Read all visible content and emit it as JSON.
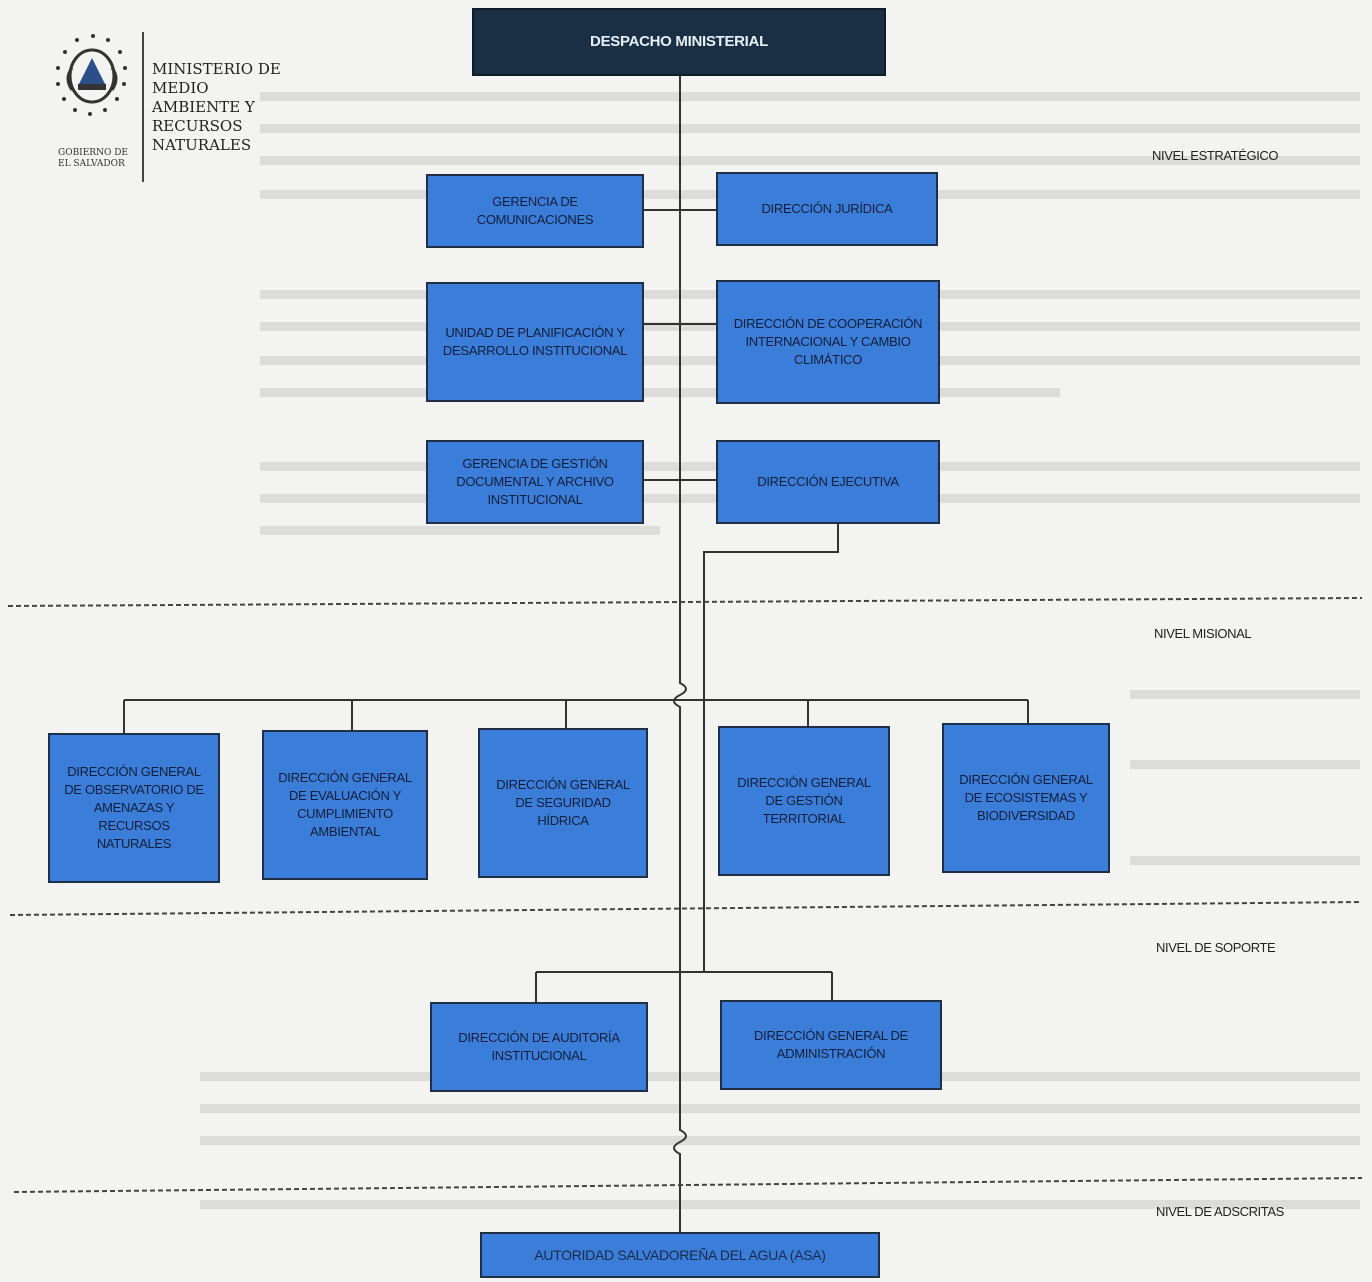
{
  "header": {
    "ministry_name": "MINISTERIO DE MEDIO AMBIENTE Y RECURSOS NATURALES",
    "government": "GOBIERNO DE EL SALVADOR"
  },
  "top": {
    "label": "DESPACHO MINISTERIAL"
  },
  "levels": {
    "strategic": "NIVEL ESTRATÉGICO",
    "missional": "NIVEL MISIONAL",
    "support": "NIVEL DE SOPORTE",
    "attached": "NIVEL DE ADSCRITAS"
  },
  "strategic_left": [
    "GERENCIA DE COMUNICACIONES",
    "UNIDAD DE PLANIFICACIÓN Y DESARROLLO INSTITUCIONAL",
    "GERENCIA DE GESTIÓN DOCUMENTAL Y ARCHIVO INSTITUCIONAL"
  ],
  "strategic_right": [
    "DIRECCIÓN JURÍDICA",
    "DIRECCIÓN DE COOPERACIÓN INTERNACIONAL Y CAMBIO CLIMÁTICO",
    "DIRECCIÓN EJECUTIVA"
  ],
  "missional": [
    "DIRECCIÓN GENERAL DE OBSERVATORIO DE AMENAZAS Y RECURSOS NATURALES",
    "DIRECCIÓN GENERAL DE EVALUACIÓN Y CUMPLIMIENTO AMBIENTAL",
    "DIRECCIÓN GENERAL DE SEGURIDAD HÍDRICA",
    "DIRECCIÓN GENERAL DE GESTIÓN TERRITORIAL",
    "DIRECCIÓN GENERAL DE ECOSISTEMAS Y BIODIVERSIDAD"
  ],
  "support": [
    "DIRECCIÓN DE AUDITORÍA INSTITUCIONAL",
    "DIRECCIÓN GENERAL DE ADMINISTRACIÓN"
  ],
  "attached": {
    "label": "AUTORIDAD SALVADOREÑA DEL AGUA (ASA)"
  }
}
